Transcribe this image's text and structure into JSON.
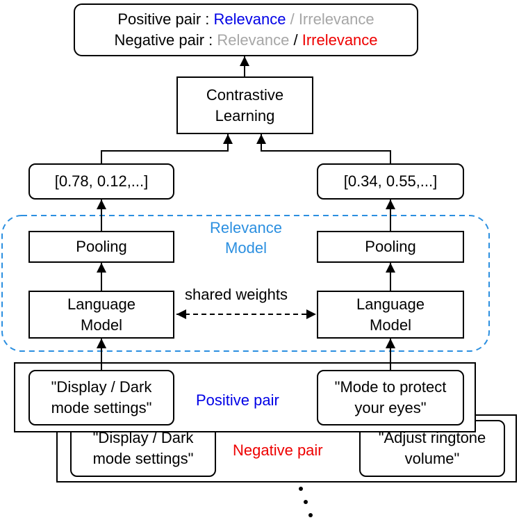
{
  "output_box": {
    "line1": {
      "label": "Positive pair : ",
      "rel": "Relevance",
      "sep": " / ",
      "irr": "Irrelevance"
    },
    "line2": {
      "label": "Negative pair : ",
      "rel": "Relevance",
      "sep": " / ",
      "irr": "Irrelevance"
    }
  },
  "contrastive": {
    "line1": "Contrastive",
    "line2": "Learning"
  },
  "embeddings": {
    "left": "[0.78, 0.12,...]",
    "right": "[0.34, 0.55,...]"
  },
  "relevance_model": {
    "line1": "Relevance",
    "line2": "Model"
  },
  "pooling": {
    "left": "Pooling",
    "right": "Pooling"
  },
  "language_model": {
    "left": {
      "line1": "Language",
      "line2": "Model"
    },
    "right": {
      "line1": "Language",
      "line2": "Model"
    }
  },
  "shared_weights": "shared weights",
  "positive_pair": {
    "label": "Positive pair",
    "left": {
      "line1": "\"Display / Dark",
      "line2": "mode settings\""
    },
    "right": {
      "line1": "\"Mode to protect",
      "line2": "your eyes\""
    }
  },
  "negative_pair": {
    "label": "Negative pair",
    "left": {
      "line1": "\"Display / Dark",
      "line2": "mode settings\""
    },
    "right": {
      "line1": "\"Adjust ringtone",
      "line2": "volume\""
    }
  },
  "colors": {
    "relevance": "#0000e6",
    "inactive": "#a6a6a6",
    "irrelevance": "#ee0000",
    "model_boundary": "#2b8fe0"
  }
}
